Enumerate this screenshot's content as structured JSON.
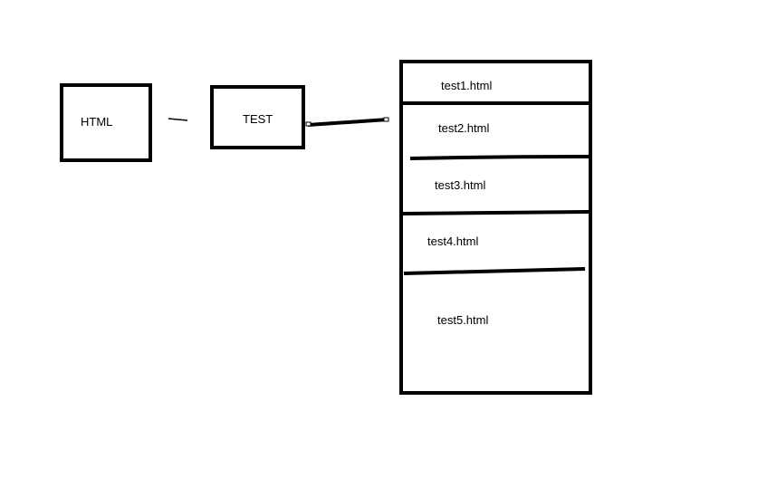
{
  "diagram": {
    "html_box": {
      "label": "HTML"
    },
    "test_box": {
      "label": "TEST"
    },
    "file_list": {
      "items": [
        {
          "label": "test1.html"
        },
        {
          "label": "test2.html"
        },
        {
          "label": "test3.html"
        },
        {
          "label": "test4.html"
        },
        {
          "label": "test5.html"
        }
      ]
    }
  }
}
